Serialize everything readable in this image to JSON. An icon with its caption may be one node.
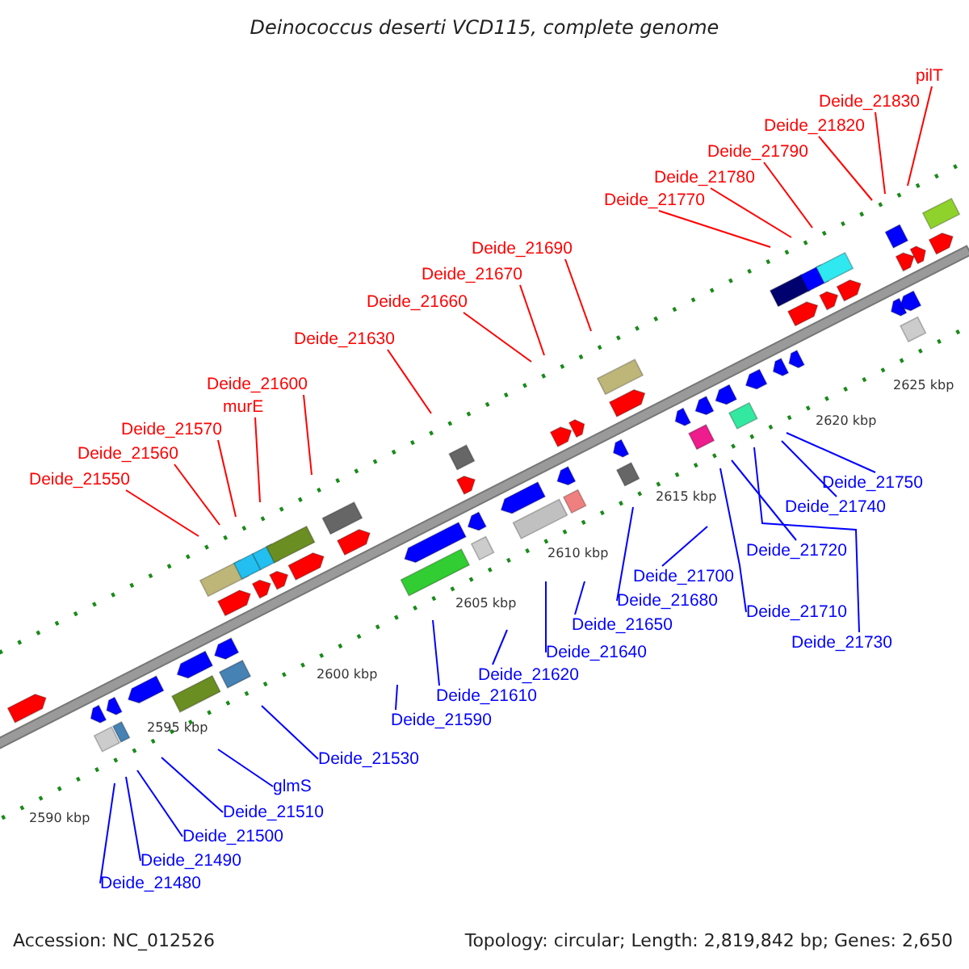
{
  "diagram": {
    "title": "Deinococcus deserti VCD115, complete genome",
    "nodes": [
      {
        "text": [
          "Deide_21550"
        ]
      },
      {
        "text": [
          "Deide_21560"
        ]
      },
      {
        "text": [
          "Deide_21570"
        ]
      },
      {
        "text": [
          "murE"
        ]
      },
      {
        "text": [
          "Deide_21600"
        ]
      },
      {
        "text": [
          "Deide_21630"
        ]
      },
      {
        "text": [
          "Deide_21660"
        ]
      },
      {
        "text": [
          "Deide_21670"
        ]
      },
      {
        "text": [
          "Deide_21690"
        ]
      },
      {
        "text": [
          "Deide_21770"
        ]
      },
      {
        "text": [
          "Deide_21780"
        ]
      },
      {
        "text": [
          "Deide_21790"
        ]
      },
      {
        "text": [
          "Deide_21820"
        ]
      },
      {
        "text": [
          "Deide_21830"
        ]
      },
      {
        "text": [
          "pilT"
        ]
      },
      {
        "text": [
          "Deide_21480"
        ]
      },
      {
        "text": [
          "Deide_21490"
        ]
      },
      {
        "text": [
          "Deide_21500"
        ]
      },
      {
        "text": [
          "Deide_21510"
        ]
      },
      {
        "text": [
          "glmS"
        ]
      },
      {
        "text": [
          "Deide_21530"
        ]
      },
      {
        "text": [
          "Deide_21590"
        ]
      },
      {
        "text": [
          "Deide_21610"
        ]
      },
      {
        "text": [
          "Deide_21620"
        ]
      },
      {
        "text": [
          "Deide_21640"
        ]
      },
      {
        "text": [
          "Deide_21650"
        ]
      },
      {
        "text": [
          "Deide_21680"
        ]
      },
      {
        "text": [
          "Deide_21700"
        ]
      },
      {
        "text": [
          "Deide_21710"
        ]
      },
      {
        "text": [
          "Deide_21720"
        ]
      },
      {
        "text": [
          "Deide_21730"
        ]
      },
      {
        "text": [
          "Deide_21740"
        ]
      },
      {
        "text": [
          "Deide_21750"
        ]
      }
    ],
    "edges": [
      {
        "from": 0,
        "to": null,
        "arrow": "none",
        "color": "#ff0000"
      },
      {
        "from": 1,
        "to": null,
        "arrow": "none",
        "color": "#ff0000"
      },
      {
        "from": 2,
        "to": null,
        "arrow": "none",
        "color": "#ff0000"
      },
      {
        "from": 3,
        "to": null,
        "arrow": "none",
        "color": "#ff0000"
      },
      {
        "from": 4,
        "to": null,
        "arrow": "none",
        "color": "#ff0000"
      },
      {
        "from": 5,
        "to": null,
        "arrow": "none",
        "color": "#ff0000"
      },
      {
        "from": 6,
        "to": null,
        "arrow": "none",
        "color": "#ff0000"
      },
      {
        "from": 7,
        "to": null,
        "arrow": "none",
        "color": "#ff0000"
      },
      {
        "from": 8,
        "to": null,
        "arrow": "none",
        "color": "#ff0000"
      },
      {
        "from": 9,
        "to": null,
        "arrow": "none",
        "color": "#ff0000"
      },
      {
        "from": 10,
        "to": null,
        "arrow": "none",
        "color": "#ff0000"
      },
      {
        "from": 11,
        "to": null,
        "arrow": "none",
        "color": "#ff0000"
      },
      {
        "from": 12,
        "to": null,
        "arrow": "none",
        "color": "#ff0000"
      },
      {
        "from": 13,
        "to": null,
        "arrow": "none",
        "color": "#ff0000"
      },
      {
        "from": 14,
        "to": null,
        "arrow": "none",
        "color": "#ff0000"
      },
      {
        "from": 15,
        "to": null,
        "arrow": "none"
      },
      {
        "from": 16,
        "to": null,
        "arrow": "none"
      },
      {
        "from": 17,
        "to": null,
        "arrow": "none"
      },
      {
        "from": 18,
        "to": null,
        "arrow": "none"
      },
      {
        "from": 19,
        "to": null,
        "arrow": "none"
      },
      {
        "from": 20,
        "to": null,
        "arrow": "none"
      },
      {
        "from": 21,
        "to": null,
        "arrow": "none"
      },
      {
        "from": 22,
        "to": null,
        "arrow": "none"
      },
      {
        "from": 23,
        "to": null,
        "arrow": "none"
      },
      {
        "from": 24,
        "to": null,
        "arrow": "none"
      },
      {
        "from": 25,
        "to": null,
        "arrow": "none"
      },
      {
        "from": 26,
        "to": null,
        "arrow": "none"
      },
      {
        "from": 27,
        "to": null,
        "arrow": "none"
      },
      {
        "from": 28,
        "to": null,
        "arrow": "none"
      },
      {
        "from": 29,
        "to": null,
        "arrow": "none"
      },
      {
        "from": 30,
        "to": null,
        "arrow": "none"
      },
      {
        "from": 31,
        "to": null,
        "arrow": "none"
      },
      {
        "from": 32,
        "to": null,
        "arrow": "none"
      }
    ],
    "labels": [
      "2590 kbp",
      "2595 kbp",
      "2600 kbp",
      "2605 kbp",
      "2610 kbp",
      "2615 kbp",
      "2620 kbp",
      "2625 kbp",
      "Accession: NC_012526",
      "Topology: circular; Length: 2,819,842 bp; Genes: 2,650"
    ]
  }
}
